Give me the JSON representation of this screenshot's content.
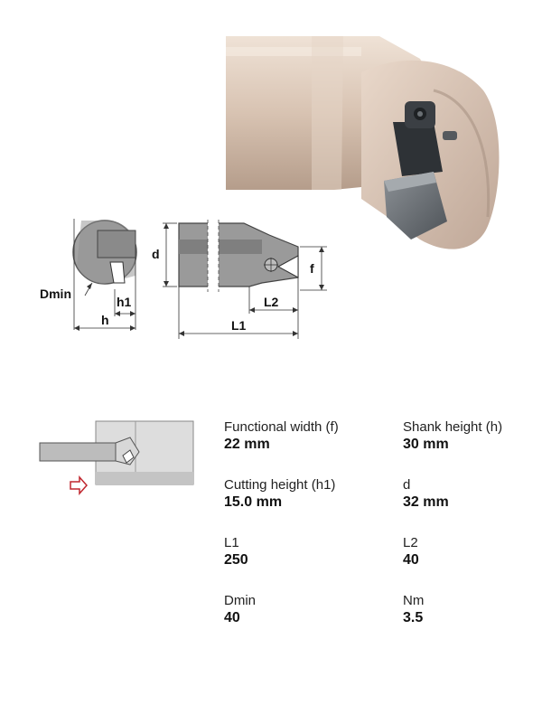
{
  "diagram": {
    "labels": {
      "d": "d",
      "f": "f",
      "Dmin": "Dmin",
      "h1": "h1",
      "h": "h",
      "L2": "L2",
      "L1": "L1"
    }
  },
  "specs": [
    {
      "label": "Functional width (f)",
      "value": "22 mm"
    },
    {
      "label": "Shank height (h)",
      "value": "30 mm"
    },
    {
      "label": "Cutting height (h1)",
      "value": "15.0 mm"
    },
    {
      "label": "d",
      "value": "32 mm"
    },
    {
      "label": "L1",
      "value": "250"
    },
    {
      "label": "L2",
      "value": "40"
    },
    {
      "label": "Dmin",
      "value": "40"
    },
    {
      "label": "Nm",
      "value": "3.5"
    }
  ],
  "colors": {
    "tool_body": "#d8c2b0",
    "insert": "#6e7378",
    "diagram_gray": "#9a9a9a",
    "arrow_red": "#c0262e"
  }
}
